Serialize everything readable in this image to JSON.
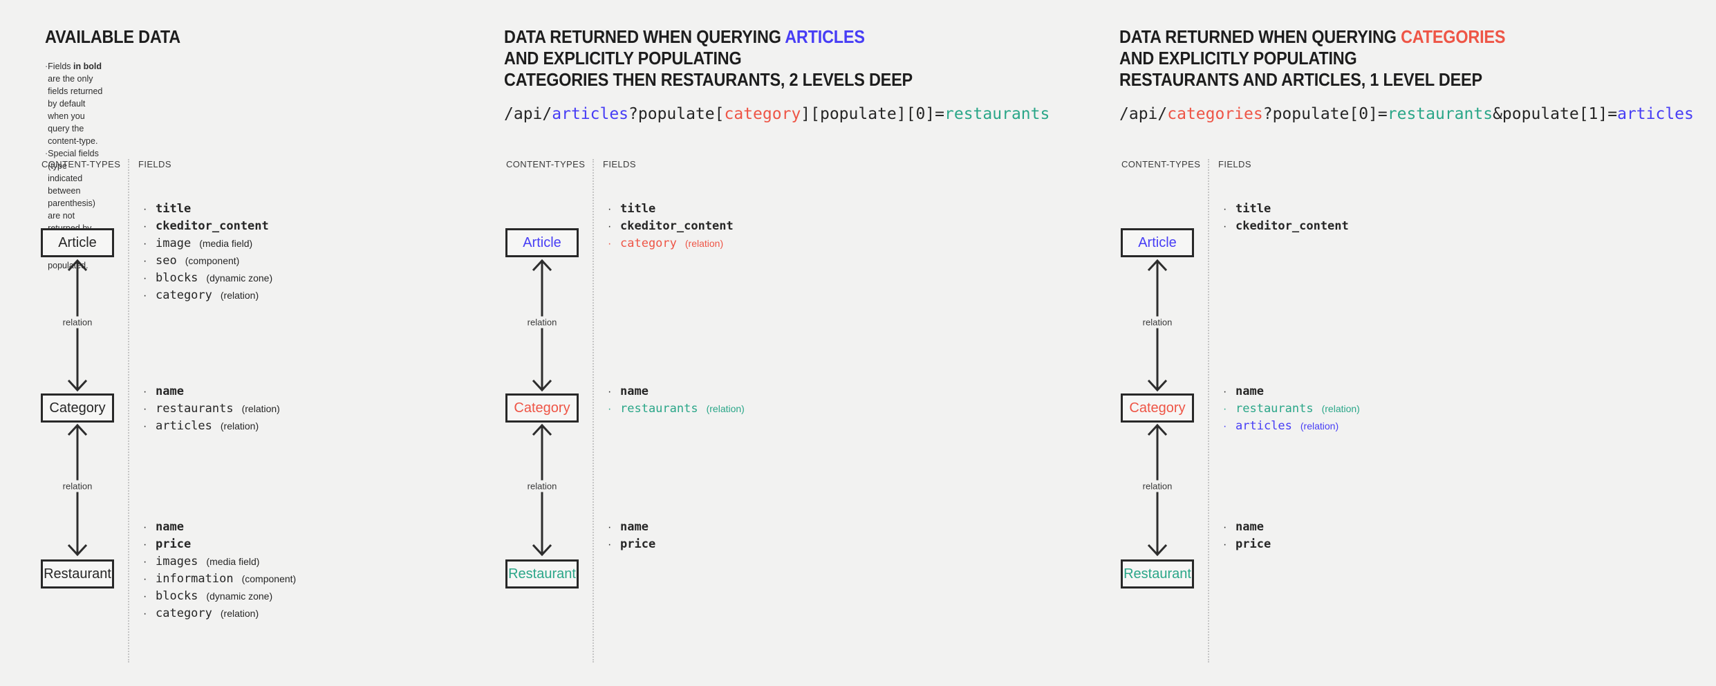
{
  "colors": {
    "title": "#1d1d1d",
    "dark": "#262626",
    "blue": "#473df5",
    "red": "#ee5546",
    "teal": "#2aa688"
  },
  "labels": {
    "content_types": "CONTENT-TYPES",
    "fields": "FIELDS",
    "relation": "relation",
    "bullet": "·"
  },
  "groups": [
    {
      "name": "available-data",
      "title_lines": [
        [
          {
            "text": "AVAILABLE DATA",
            "color": "title"
          }
        ]
      ],
      "notes": [
        {
          "segments": [
            {
              "text": "Fields "
            },
            {
              "text": "in bold",
              "bold": true
            },
            {
              "text": " are the only fields returned by default when you query the content-type."
            }
          ]
        },
        {
          "segments": [
            {
              "text": "Special fields (type indicated between parenthesis) are not returned by default"
            },
            {
              "break": true
            },
            {
              "text": "and should be populated."
            }
          ]
        }
      ],
      "api": null,
      "content_types": [
        {
          "label": "Article",
          "color": "dark",
          "fields": [
            {
              "name": "title",
              "bold": true,
              "color": "dark"
            },
            {
              "name": "ckeditor_content",
              "bold": true,
              "color": "dark"
            },
            {
              "name": "image",
              "annotation": "(media field)",
              "color": "dark"
            },
            {
              "name": "seo",
              "annotation": "(component)",
              "color": "dark"
            },
            {
              "name": "blocks",
              "annotation": "(dynamic zone)",
              "color": "dark"
            },
            {
              "name": "category",
              "annotation": "(relation)",
              "color": "dark"
            }
          ]
        },
        {
          "label": "Category",
          "color": "dark",
          "fields": [
            {
              "name": "name",
              "bold": true,
              "color": "dark"
            },
            {
              "name": "restaurants",
              "annotation": "(relation)",
              "color": "dark"
            },
            {
              "name": "articles",
              "annotation": "(relation)",
              "color": "dark"
            }
          ]
        },
        {
          "label": "Restaurant",
          "color": "dark",
          "fields": [
            {
              "name": "name",
              "bold": true,
              "color": "dark"
            },
            {
              "name": "price",
              "bold": true,
              "color": "dark"
            },
            {
              "name": "images",
              "annotation": "(media field)",
              "color": "dark"
            },
            {
              "name": "information",
              "annotation": "(component)",
              "color": "dark"
            },
            {
              "name": "blocks",
              "annotation": "(dynamic zone)",
              "color": "dark"
            },
            {
              "name": "category",
              "annotation": "(relation)",
              "color": "dark"
            }
          ]
        }
      ]
    },
    {
      "name": "query-articles",
      "title_lines": [
        [
          {
            "text": "DATA RETURNED WHEN QUERYING ",
            "color": "title"
          },
          {
            "text": "ARTICLES",
            "color": "blue"
          }
        ],
        [
          {
            "text": "AND EXPLICITLY POPULATING",
            "color": "title"
          }
        ],
        [
          {
            "text": "CATEGORIES THEN RESTAURANTS, 2 LEVELS DEEP",
            "color": "title"
          }
        ]
      ],
      "notes": null,
      "api": [
        {
          "text": "/api/",
          "color": "dark"
        },
        {
          "text": "articles",
          "color": "blue"
        },
        {
          "text": "?populate[",
          "color": "dark"
        },
        {
          "text": "category",
          "color": "red"
        },
        {
          "text": "][populate][0]=",
          "color": "dark"
        },
        {
          "text": "restaurants",
          "color": "teal"
        }
      ],
      "content_types": [
        {
          "label": "Article",
          "color": "blue",
          "fields": [
            {
              "name": "title",
              "bold": true,
              "color": "dark"
            },
            {
              "name": "ckeditor_content",
              "bold": true,
              "color": "dark"
            },
            {
              "name": "category",
              "annotation": "(relation)",
              "color": "red"
            }
          ]
        },
        {
          "label": "Category",
          "color": "red",
          "fields": [
            {
              "name": "name",
              "bold": true,
              "color": "dark"
            },
            {
              "name": "restaurants",
              "annotation": "(relation)",
              "color": "teal"
            }
          ]
        },
        {
          "label": "Restaurant",
          "color": "teal",
          "fields": [
            {
              "name": "name",
              "bold": true,
              "color": "dark"
            },
            {
              "name": "price",
              "bold": true,
              "color": "dark"
            }
          ]
        }
      ]
    },
    {
      "name": "query-categories",
      "title_lines": [
        [
          {
            "text": "DATA RETURNED WHEN QUERYING ",
            "color": "title"
          },
          {
            "text": "CATEGORIES",
            "color": "red"
          }
        ],
        [
          {
            "text": "AND EXPLICITLY POPULATING",
            "color": "title"
          }
        ],
        [
          {
            "text": "RESTAURANTS AND ARTICLES, 1 LEVEL DEEP",
            "color": "title"
          }
        ]
      ],
      "notes": null,
      "api": [
        {
          "text": "/api/",
          "color": "dark"
        },
        {
          "text": "categories",
          "color": "red"
        },
        {
          "text": "?populate[0]=",
          "color": "dark"
        },
        {
          "text": "restaurants",
          "color": "teal"
        },
        {
          "text": "&populate[1]=",
          "color": "dark"
        },
        {
          "text": "articles",
          "color": "blue"
        }
      ],
      "content_types": [
        {
          "label": "Article",
          "color": "blue",
          "fields": [
            {
              "name": "title",
              "bold": true,
              "color": "dark"
            },
            {
              "name": "ckeditor_content",
              "bold": true,
              "color": "dark"
            }
          ]
        },
        {
          "label": "Category",
          "color": "red",
          "fields": [
            {
              "name": "name",
              "bold": true,
              "color": "dark"
            },
            {
              "name": "restaurants",
              "annotation": "(relation)",
              "color": "teal"
            },
            {
              "name": "articles",
              "annotation": "(relation)",
              "color": "blue"
            }
          ]
        },
        {
          "label": "Restaurant",
          "color": "teal",
          "fields": [
            {
              "name": "name",
              "bold": true,
              "color": "dark"
            },
            {
              "name": "price",
              "bold": true,
              "color": "dark"
            }
          ]
        }
      ]
    }
  ]
}
